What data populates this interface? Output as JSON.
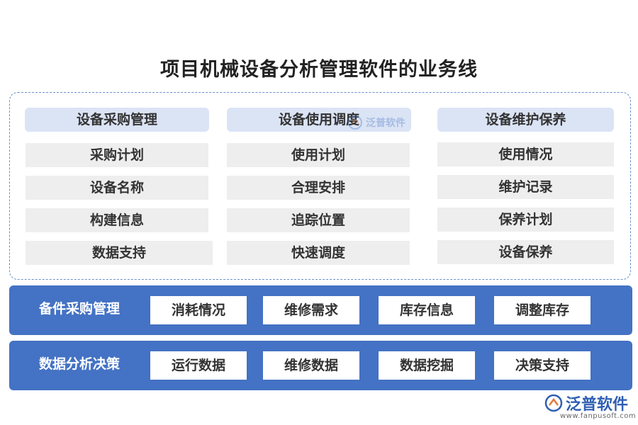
{
  "title": "项目机械设备分析管理软件的业务线",
  "columns": [
    {
      "header": "设备采购管理",
      "items": [
        "采购计划",
        "设备名称",
        "构建信息",
        "数据支持"
      ]
    },
    {
      "header": "设备使用调度",
      "items": [
        "使用计划",
        "合理安排",
        "追踪位置",
        "快速调度"
      ]
    },
    {
      "header": "设备维护保养",
      "items": [
        "使用情况",
        "维护记录",
        "保养计划",
        "设备保养"
      ]
    }
  ],
  "bands": [
    {
      "label": "备件采购管理",
      "items": [
        "消耗情况",
        "维修需求",
        "库存信息",
        "调整库存"
      ]
    },
    {
      "label": "数据分析决策",
      "items": [
        "运行数据",
        "维修数据",
        "数据挖掘",
        "决策支持"
      ]
    }
  ],
  "watermark": {
    "text": "泛普软件"
  },
  "logo": {
    "text": "泛普软件",
    "url": "www.fanpusoft.com"
  },
  "colors": {
    "accent": "#4472c4",
    "header_bg": "#dbe4f5",
    "cell_bg": "#eeeeee",
    "dashed_border": "#6a8fc8"
  }
}
